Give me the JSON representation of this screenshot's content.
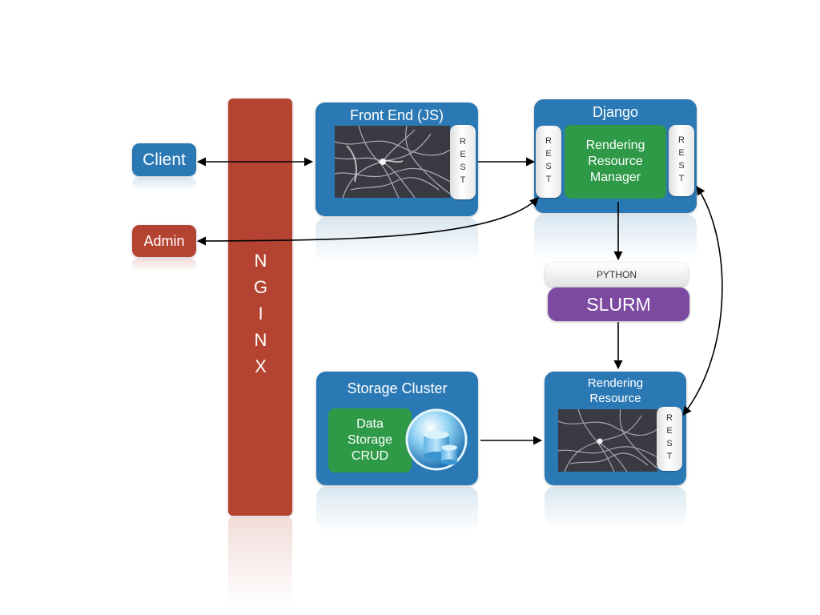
{
  "client": {
    "label": "Client"
  },
  "admin": {
    "label": "Admin"
  },
  "nginx": {
    "label": "NGINX"
  },
  "front_end": {
    "title": "Front End (JS)",
    "rest": "REST"
  },
  "django": {
    "title": "Django",
    "rest_left": "REST",
    "manager": "Rendering Resource Manager",
    "rest_right": "REST"
  },
  "python": {
    "label": "PYTHON"
  },
  "slurm": {
    "label": "SLURM"
  },
  "storage": {
    "title": "Storage Cluster",
    "crud": "Data Storage CRUD"
  },
  "rendering_resource": {
    "title": "Rendering Resource",
    "rest": "REST"
  },
  "colors": {
    "blue": "#2b79b4",
    "red": "#b44331",
    "green": "#2e9a48",
    "purple": "#7c4aa1"
  }
}
